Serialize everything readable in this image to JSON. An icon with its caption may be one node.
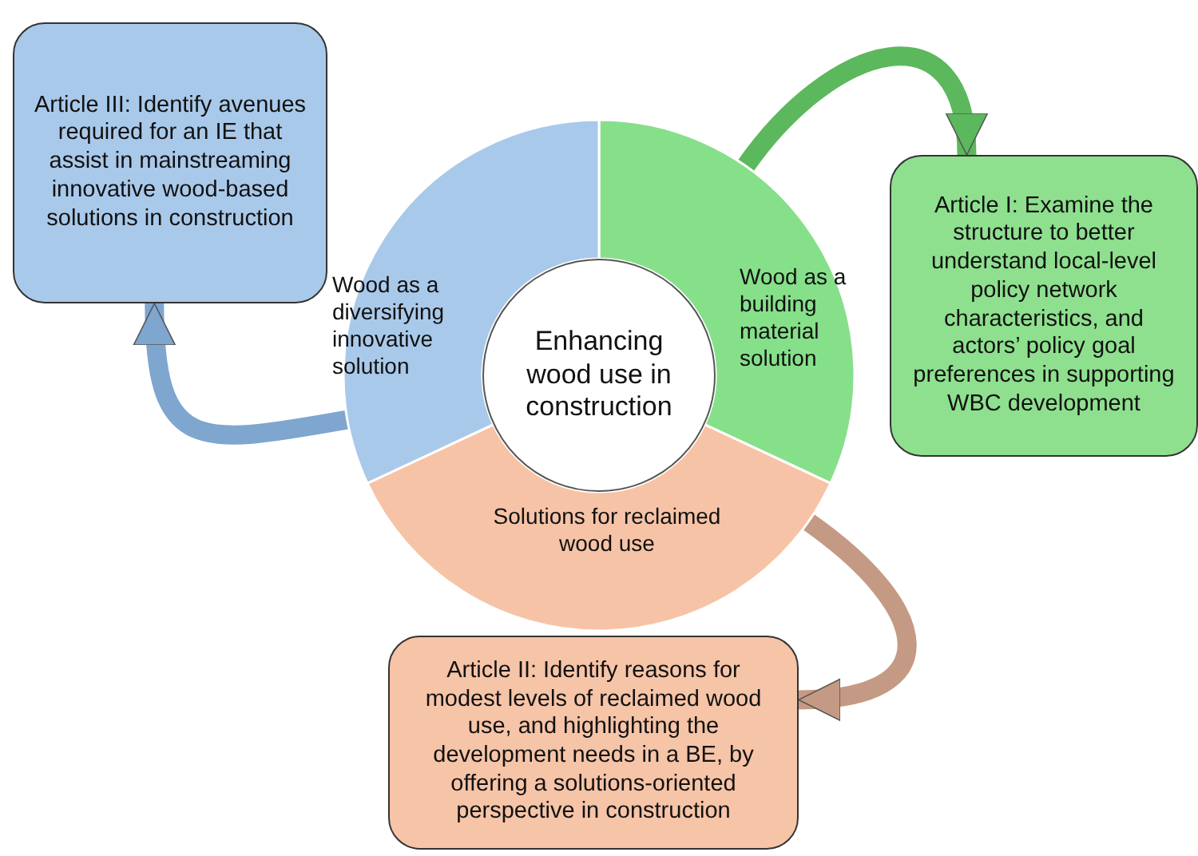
{
  "diagram": {
    "nodes": [
      {
        "text": [
          "Enhancing wood use in construction"
        ]
      },
      {
        "text": [
          "Wood as a building material solution"
        ]
      },
      {
        "text": [
          "Solutions for reclaimed wood use"
        ]
      },
      {
        "text": [
          "Wood as a diversifying innovative solution"
        ]
      },
      {
        "text": [
          "Article I: Examine the structure to better understand local-level policy network characteristics, and actors’ policy goal preferences in supporting WBC development"
        ]
      },
      {
        "text": [
          "Article II: Identify reasons for modest levels of reclaimed wood use, and highlighting the development needs in a BE, by offering a solutions-oriented perspective in construction"
        ]
      },
      {
        "text": [
          "Article III: Identify avenues required for an IE that assist in mainstreaming innovative wood-based solutions in construction"
        ]
      }
    ],
    "edges": [
      {
        "from": 1,
        "to": 4,
        "arrow": "to",
        "color": "#5cb85c"
      },
      {
        "from": 2,
        "to": 5,
        "arrow": "to",
        "color": "#c49a84"
      },
      {
        "from": 3,
        "to": 6,
        "arrow": "to",
        "color": "#7ea6cf"
      }
    ]
  }
}
